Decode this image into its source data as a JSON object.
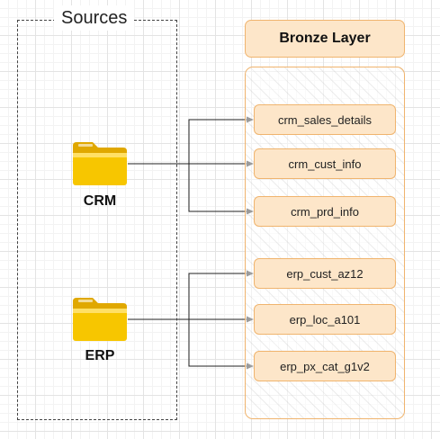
{
  "sources": {
    "title": "Sources",
    "items": [
      {
        "label": "CRM"
      },
      {
        "label": "ERP"
      }
    ]
  },
  "layer": {
    "title": "Bronze Layer",
    "tables": [
      {
        "label": "crm_sales_details",
        "source": "CRM"
      },
      {
        "label": "crm_cust_info",
        "source": "CRM"
      },
      {
        "label": "crm_prd_info",
        "source": "CRM"
      },
      {
        "label": "erp_cust_az12",
        "source": "ERP"
      },
      {
        "label": "erp_loc_a101",
        "source": "ERP"
      },
      {
        "label": "erp_px_cat_g1v2",
        "source": "ERP"
      }
    ]
  },
  "colors": {
    "folder": "#f7c600",
    "folder_light": "#ffe066",
    "node_fill": "#fde6c9",
    "node_border": "#f0b46e",
    "connector": "#222222"
  },
  "icons": {
    "source_icon": "folder-icon"
  }
}
